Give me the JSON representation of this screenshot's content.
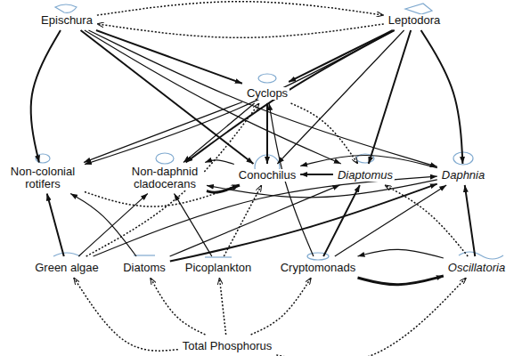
{
  "diagram": {
    "nodes": [
      {
        "text": [
          "Epischura"
        ]
      },
      {
        "text": [
          "Leptodora"
        ]
      },
      {
        "text": [
          "Cyclops"
        ]
      },
      {
        "text": [
          "Non-colonial rotifers"
        ]
      },
      {
        "text": [
          "Non-daphnid cladocerans"
        ]
      },
      {
        "text": [
          "Conochilus"
        ]
      },
      {
        "text": [
          "Diaptomus"
        ]
      },
      {
        "text": [
          "Daphnia"
        ]
      },
      {
        "text": [
          "Green algae"
        ]
      },
      {
        "text": [
          "Diatoms"
        ]
      },
      {
        "text": [
          "Picoplankton"
        ]
      },
      {
        "text": [
          "Cryptomonads"
        ]
      },
      {
        "text": [
          "Oscillatoria"
        ]
      },
      {
        "text": [
          "Total Phosphorus"
        ]
      }
    ],
    "edges": [
      {
        "from": 0,
        "to": 1,
        "arrow": "to"
      },
      {
        "from": 1,
        "to": 0,
        "arrow": "to"
      },
      {
        "from": 0,
        "to": 2,
        "arrow": "to"
      },
      {
        "from": 0,
        "to": 3,
        "arrow": "to"
      },
      {
        "from": 0,
        "to": 5,
        "arrow": "to"
      },
      {
        "from": 0,
        "to": 6,
        "arrow": "to"
      },
      {
        "from": 0,
        "to": 7,
        "arrow": "to"
      },
      {
        "from": 1,
        "to": 2,
        "arrow": "to"
      },
      {
        "from": 1,
        "to": 3,
        "arrow": "to"
      },
      {
        "from": 1,
        "to": 4,
        "arrow": "to"
      },
      {
        "from": 1,
        "to": 5,
        "arrow": "to"
      },
      {
        "from": 1,
        "to": 6,
        "arrow": "to"
      },
      {
        "from": 1,
        "to": 7,
        "arrow": "to"
      },
      {
        "from": 2,
        "to": 3,
        "arrow": "to"
      },
      {
        "from": 2,
        "to": 4,
        "arrow": "to"
      },
      {
        "from": 2,
        "to": 5,
        "arrow": "to"
      },
      {
        "from": 6,
        "to": 5,
        "arrow": "to"
      },
      {
        "from": 7,
        "to": 5,
        "arrow": "to"
      },
      {
        "from": 7,
        "to": 4,
        "arrow": "to"
      },
      {
        "from": 4,
        "to": 5,
        "arrow": "to"
      },
      {
        "from": 5,
        "to": 4,
        "arrow": "to"
      },
      {
        "from": 3,
        "to": 5,
        "arrow": "to"
      },
      {
        "from": 8,
        "to": 3,
        "arrow": "to"
      },
      {
        "from": 8,
        "to": 4,
        "arrow": "to"
      },
      {
        "from": 8,
        "to": 7,
        "arrow": "to"
      },
      {
        "from": 9,
        "to": 3,
        "arrow": "to"
      },
      {
        "from": 9,
        "to": 6,
        "arrow": "to"
      },
      {
        "from": 9,
        "to": 7,
        "arrow": "to"
      },
      {
        "from": 10,
        "to": 4,
        "arrow": "to"
      },
      {
        "from": 10,
        "to": 5,
        "arrow": "to"
      },
      {
        "from": 11,
        "to": 2,
        "arrow": "to"
      },
      {
        "from": 11,
        "to": 6,
        "arrow": "to"
      },
      {
        "from": 11,
        "to": 7,
        "arrow": "to"
      },
      {
        "from": 12,
        "to": 7,
        "arrow": "to"
      },
      {
        "from": 11,
        "to": 12,
        "arrow": "to"
      },
      {
        "from": 12,
        "to": 11,
        "arrow": "to"
      },
      {
        "from": 13,
        "to": 8,
        "arrow": "to"
      },
      {
        "from": 13,
        "to": 9,
        "arrow": "to"
      },
      {
        "from": 13,
        "to": 10,
        "arrow": "to"
      },
      {
        "from": 13,
        "to": 11,
        "arrow": "to"
      },
      {
        "from": 13,
        "to": 12,
        "arrow": "to"
      },
      {
        "from": 2,
        "to": 6,
        "arrow": "to"
      },
      {
        "from": 8,
        "to": 2,
        "arrow": "to"
      },
      {
        "from": 12,
        "to": 6,
        "arrow": "to"
      }
    ]
  }
}
